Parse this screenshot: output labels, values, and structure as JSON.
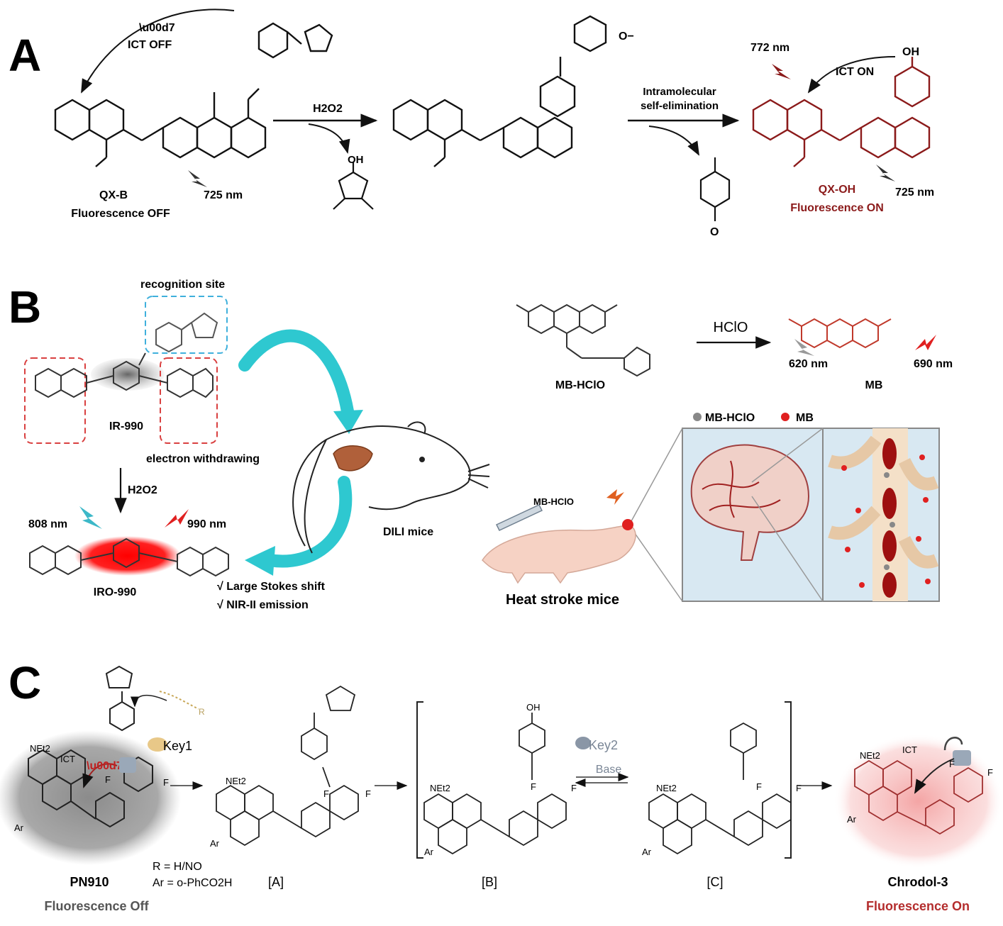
{
  "panels": {
    "a": {
      "letter": "A",
      "ict_off": "ICT OFF",
      "reagent": "H2O2",
      "step_label_1": "Intramolecular",
      "step_label_2": "self-elimination",
      "probe_name": "QX-B",
      "probe_state": "Fluorescence OFF",
      "product_name": "QX-OH",
      "product_state": "Fluorescence ON",
      "ex_wavelength": "725 nm",
      "em_wavelength": "772 nm",
      "ict_on": "ICT ON",
      "oh_label": "OH",
      "o_minus_label": "O−",
      "byproduct_oh": "OH",
      "quinone_o": "O"
    },
    "b": {
      "letter": "B",
      "recognition_site": "recognition site",
      "probe_name": "IR-990",
      "electron_withdrawing": "electron withdrawing",
      "reagent": "H2O2",
      "ex_wavelength": "808 nm",
      "em_wavelength": "990 nm",
      "product_name": "IRO-990",
      "feature_1": "√ Large Stokes shift",
      "feature_2": "√ NIR-II emission",
      "mice_label": "DILI mice",
      "probe2_name": "MB-HClO",
      "reagent2": "HClO",
      "product2_name": "MB",
      "ex2_wavelength": "620 nm",
      "em2_wavelength": "690 nm",
      "legend_probe": "MB-HClO",
      "legend_product": "MB",
      "syringe_label": "MB-HClO",
      "heat_stroke_label": "Heat stroke mice"
    },
    "c": {
      "letter": "C",
      "key1": "Key1",
      "key2": "Key2",
      "base": "Base",
      "ict_left": "ICT",
      "ict_right": "ICT",
      "probe_name": "PN910",
      "probe_state": "Fluorescence Off",
      "r_def": "R = H/NO",
      "ar_def": "Ar = o-PhCO2H",
      "int_a": "[A]",
      "int_b": "[B]",
      "int_c": "[C]",
      "product_name": "Chrodol-3",
      "product_state": "Fluorescence On",
      "net2": "NEt2",
      "ar": "Ar",
      "f": "F",
      "oh": "OH",
      "r": "R"
    }
  },
  "colors": {
    "product_red": "#8b1a1a",
    "glow_red": "#ff1a1a",
    "cyan_arrow": "#2ec8d0",
    "recog_box": "#3fb0dc",
    "dash_red": "#d94040",
    "state_on": "#b42d2d",
    "state_off": "#555555",
    "brain_bg": "#d8e8f2"
  }
}
